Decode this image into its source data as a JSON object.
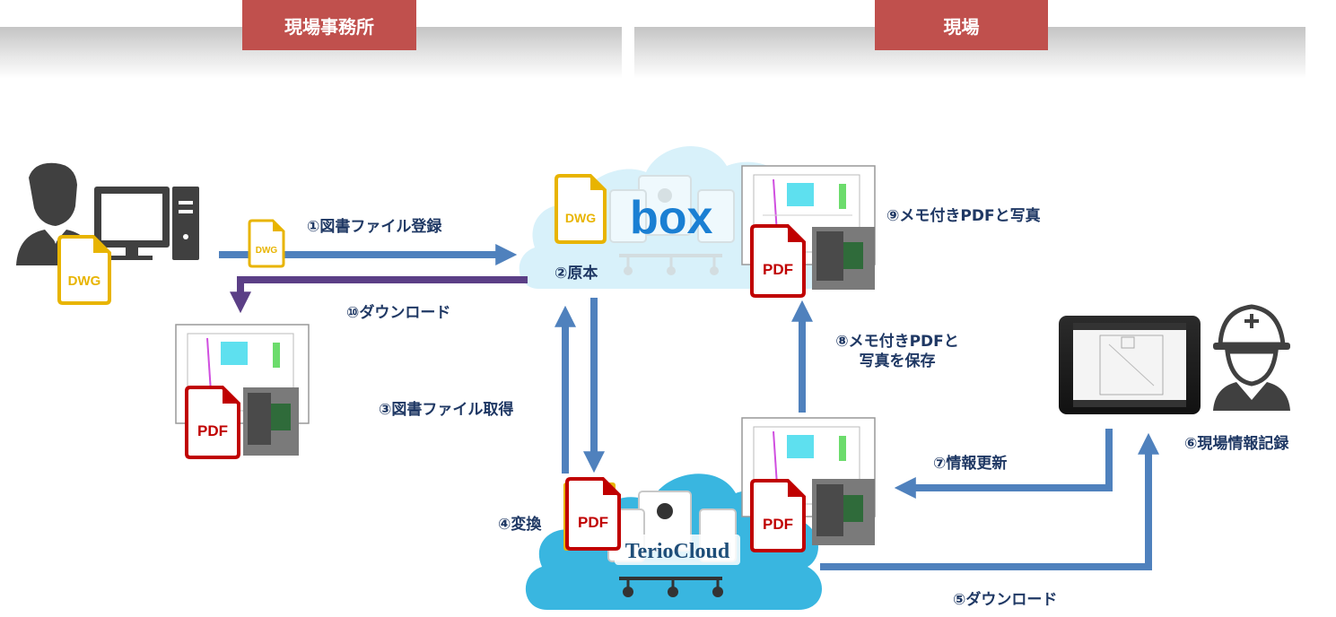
{
  "header": {
    "office_tab": "現場事務所",
    "site_tab": "現場"
  },
  "steps": {
    "s1": "①図書ファイル登録",
    "s2": "②原本",
    "s3": "③図書ファイル取得",
    "s4": "④変換",
    "s5": "⑤ダウンロード",
    "s6": "⑥現場情報記録",
    "s7": "⑦情報更新",
    "s8_line1": "⑧メモ付きPDFと",
    "s8_line2": "写真を保存",
    "s9": "⑨メモ付きPDFと写真",
    "s10": "⑩ダウンロード"
  },
  "file_types": {
    "dwg": "DWG",
    "pdf": "PDF"
  },
  "logos": {
    "box": "box",
    "terio": "TerioCloud"
  },
  "colors": {
    "tab_red": "#c0504d",
    "arrow_blue": "#4f81bd",
    "arrow_purple": "#5b3f86",
    "label_navy": "#1f3864",
    "box_cloud": "#d8f1fa",
    "terio_cloud": "#39b6e0",
    "dwg_yellow": "#e8b400",
    "pdf_red": "#c00000"
  }
}
